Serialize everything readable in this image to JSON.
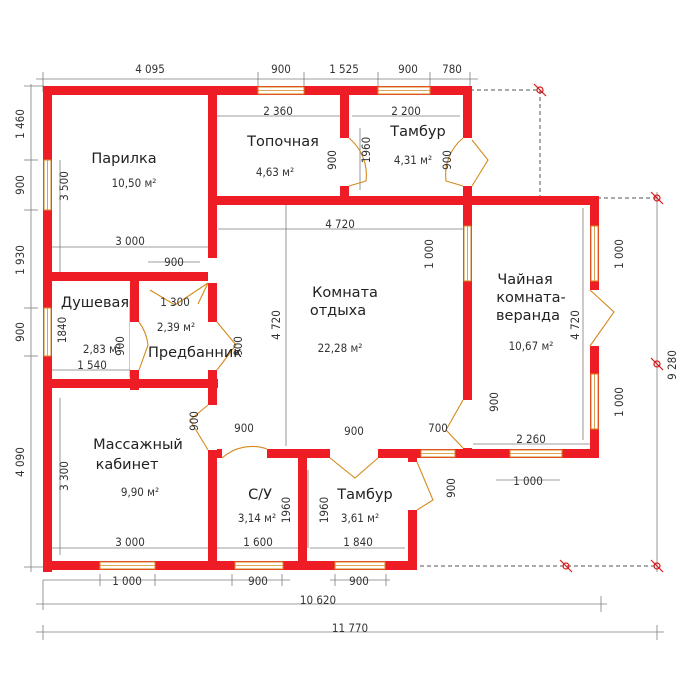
{
  "rooms": {
    "parilka": {
      "name": "Парилка",
      "area": "10,50 м²"
    },
    "topochnaya": {
      "name": "Топочная",
      "area": "4,63 м²"
    },
    "tambur_top": {
      "name": "Тамбур",
      "area": "4,31 м²"
    },
    "komnata": {
      "name1": "Комната",
      "name2": "отдыха",
      "area": "22,28 м²"
    },
    "chaynaya": {
      "name1": "Чайная",
      "name2": "комната-",
      "name3": "веранда",
      "area": "10,67 м²"
    },
    "dushevaya": {
      "name": "Душевая",
      "area": "2,83 м²"
    },
    "predbannik": {
      "name": "Предбанник",
      "area": "2,39 м²"
    },
    "massazh": {
      "name1": "Массажный",
      "name2": "кабинет",
      "area": "9,90 м²"
    },
    "su": {
      "name": "С/У",
      "area": "3,14 м²"
    },
    "tambur_bottom": {
      "name": "Тамбур",
      "area": "3,61 м²"
    }
  },
  "dims": {
    "top": [
      "4 095",
      "900",
      "1 525",
      "900",
      "780"
    ],
    "left": [
      "1 460",
      "900",
      "1 930",
      "900",
      "4 090"
    ],
    "right_total": "9 280",
    "bottom": [
      "1 000",
      "900",
      "900"
    ],
    "total_10620": "10 620",
    "total_11770": "11 770",
    "parilka_h": "3 500",
    "parilka_w": "3 000",
    "topochnaya_w": "2 360",
    "topochnaya_h": "1960",
    "topochnaya_door": "900",
    "tambur_top_w": "2 200",
    "tambur_top_door": "900",
    "komnata_w": "4 720",
    "komnata_h": "4 720",
    "komnata_win": "1 000",
    "chaynaya_win_top": "1 000",
    "chaynaya_h": "4 720",
    "chaynaya_win_bottom": "1 000",
    "chaynaya_door": "900",
    "chaynaya_w": "2 260",
    "shower_door": "900",
    "shower_1300": "1 300",
    "shower_1840": "1840",
    "shower_door2": "900",
    "shower_1540": "1 540",
    "pred_door": "900",
    "massazh_h": "3 300",
    "massazh_w": "3 000",
    "massazh_door": "900",
    "su_door": "900",
    "su_w": "1 600",
    "su_h": "1960",
    "komnata_door_bottom": "900",
    "tambur_bottom_h": "1960",
    "tambur_bottom_w": "1 840",
    "tambur_bottom_door": "900",
    "d700": "700",
    "veranda_bottom_win": "1 000"
  }
}
